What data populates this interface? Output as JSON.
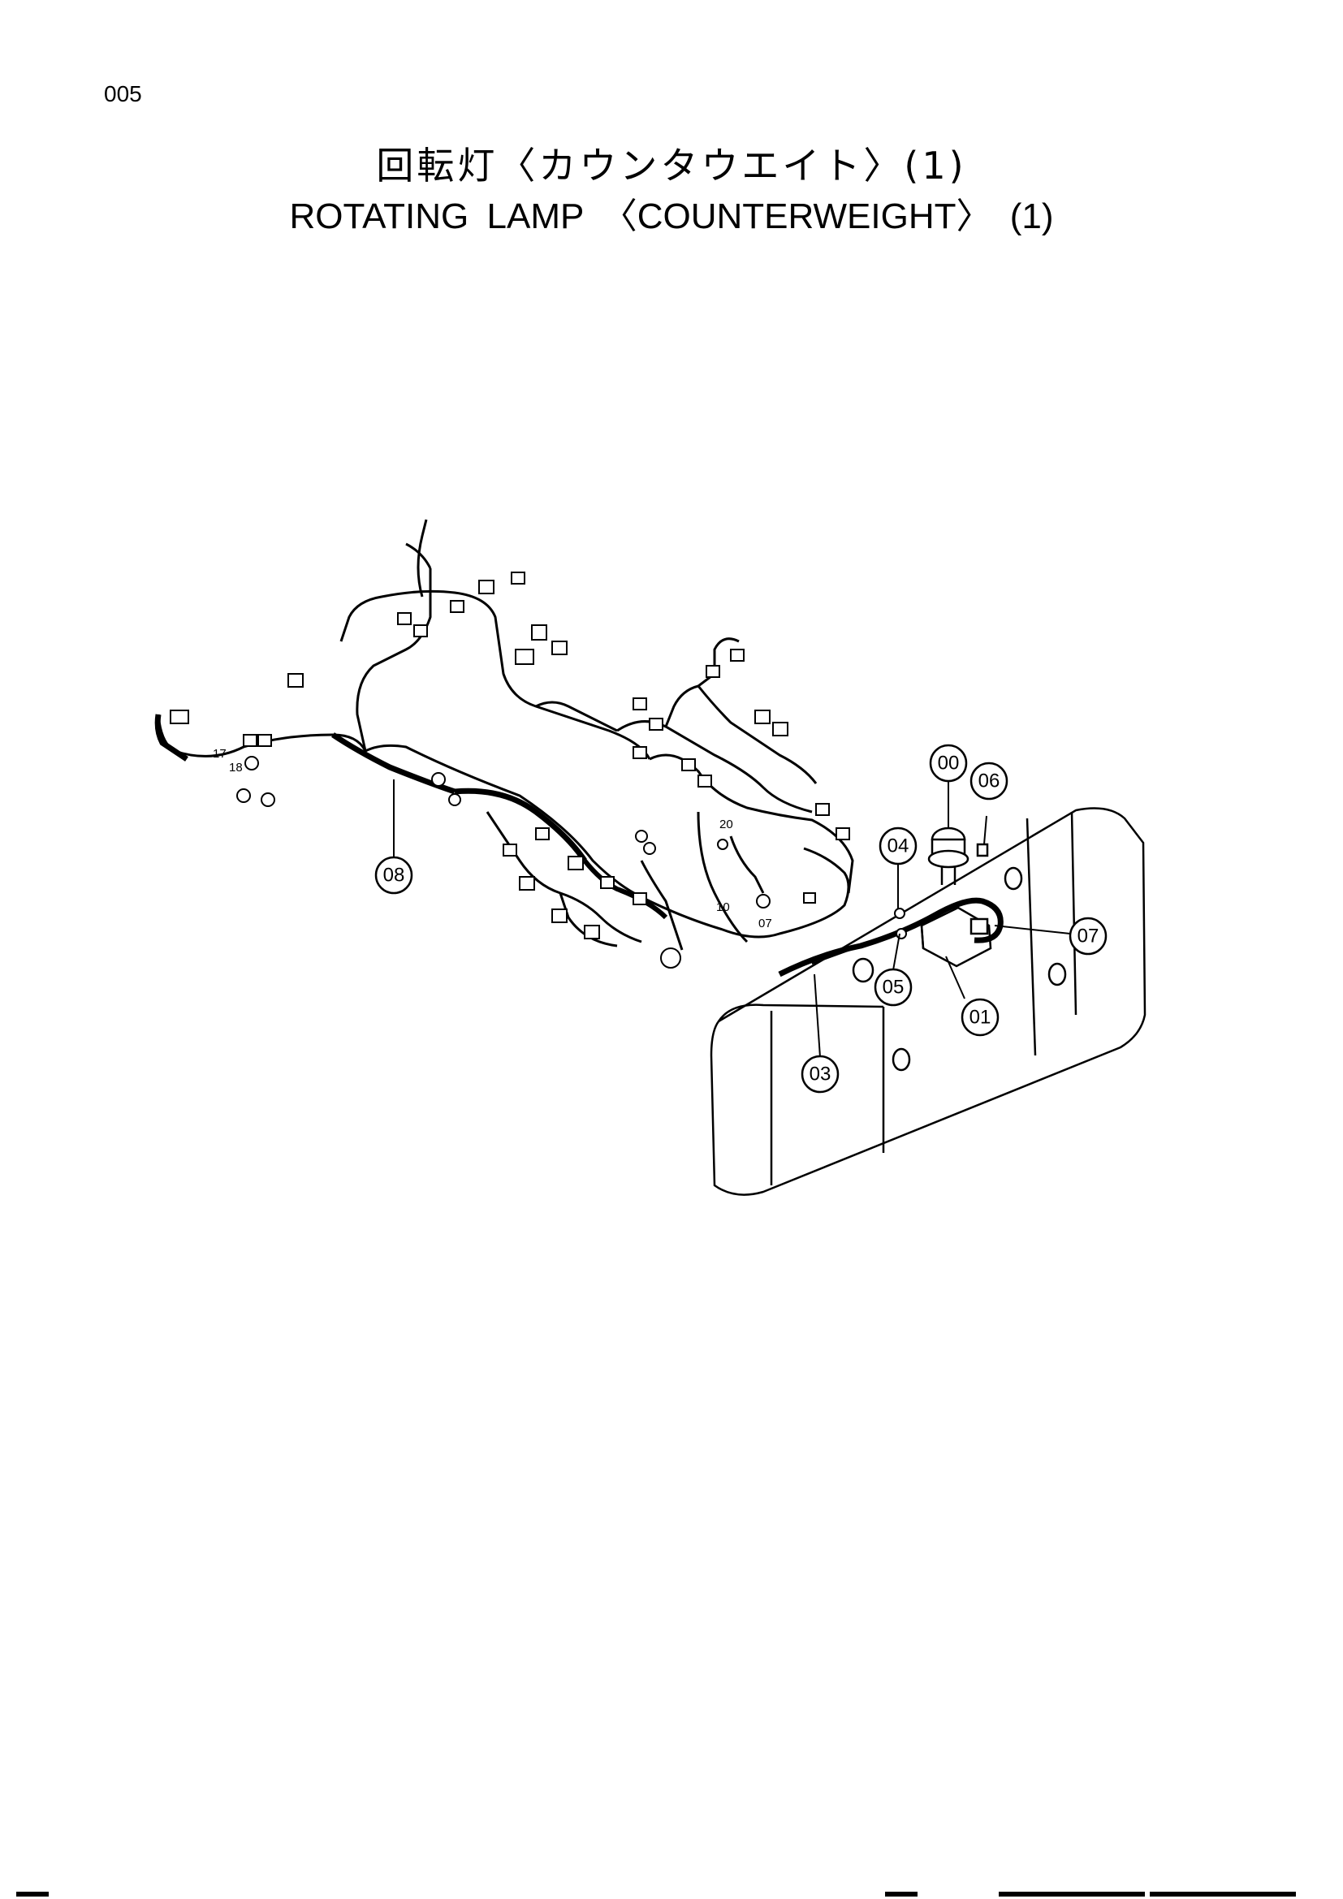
{
  "page_number": "005",
  "title_jp": "回転灯〈カウンタウエイト〉(1)",
  "title_en": "ROTATING   LAMP 〈COUNTERWEIGHT〉 (1)",
  "callouts": {
    "c00": "00",
    "c01": "01",
    "c03": "03",
    "c04": "04",
    "c05": "05",
    "c06": "06",
    "c07": "07",
    "c08": "08"
  },
  "harness_labels": {
    "l07": "07",
    "l10": "10",
    "l17": "17",
    "l18": "18",
    "l20": "20"
  }
}
